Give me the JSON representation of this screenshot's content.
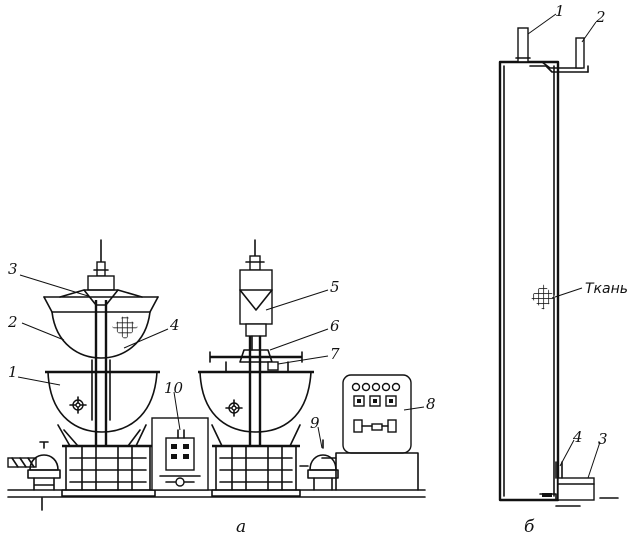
{
  "figure": {
    "panels": [
      {
        "caption": "а",
        "labels": [
          {
            "id": "a1",
            "text": "1"
          },
          {
            "id": "a2",
            "text": "2"
          },
          {
            "id": "a3",
            "text": "3"
          },
          {
            "id": "a4",
            "text": "4"
          },
          {
            "id": "a5",
            "text": "5"
          },
          {
            "id": "a6",
            "text": "6"
          },
          {
            "id": "a7",
            "text": "7"
          },
          {
            "id": "a8",
            "text": "8"
          },
          {
            "id": "a9",
            "text": "9"
          },
          {
            "id": "a10",
            "text": "10"
          }
        ]
      },
      {
        "caption": "б",
        "labels": [
          {
            "id": "b1",
            "text": "1"
          },
          {
            "id": "b2",
            "text": "2"
          },
          {
            "id": "b3",
            "text": "3"
          },
          {
            "id": "b4",
            "text": "4"
          }
        ],
        "fabric_label": "Ткань"
      }
    ]
  }
}
